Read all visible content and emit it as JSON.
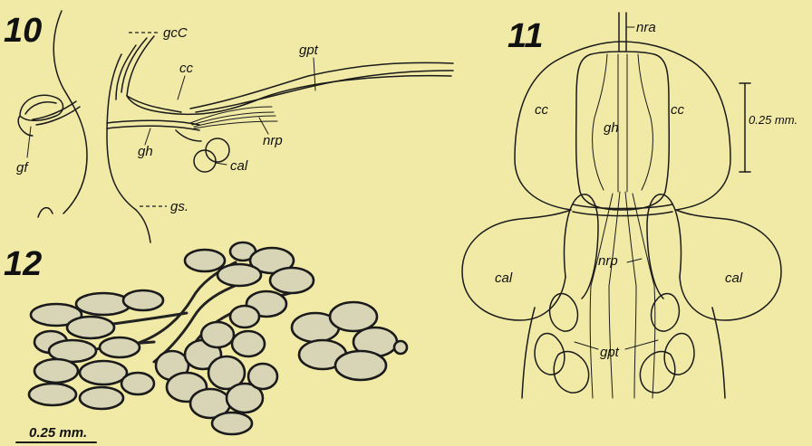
{
  "figure_10": {
    "number": "10",
    "labels": {
      "gcc": "gcC",
      "cc": "cc",
      "gpt": "gpt",
      "gh": "gh",
      "nrp": "nrp",
      "cal": "cal",
      "gf": "gf",
      "gs": "gs."
    }
  },
  "figure_11": {
    "number": "11",
    "labels": {
      "nra": "nra",
      "cc_left": "cc",
      "cc_right": "cc",
      "gh": "gh",
      "nrp": "nrp",
      "cal_left": "cal",
      "cal_right": "cal",
      "gpt": "gpt"
    },
    "scale_label": "0.25 mm."
  },
  "figure_12": {
    "number": "12",
    "scale_label": "0.25 mm."
  },
  "colors": {
    "paper": "#f1eaa6",
    "ink": "#1a1a1a",
    "stipple": "#d8d4b6"
  }
}
